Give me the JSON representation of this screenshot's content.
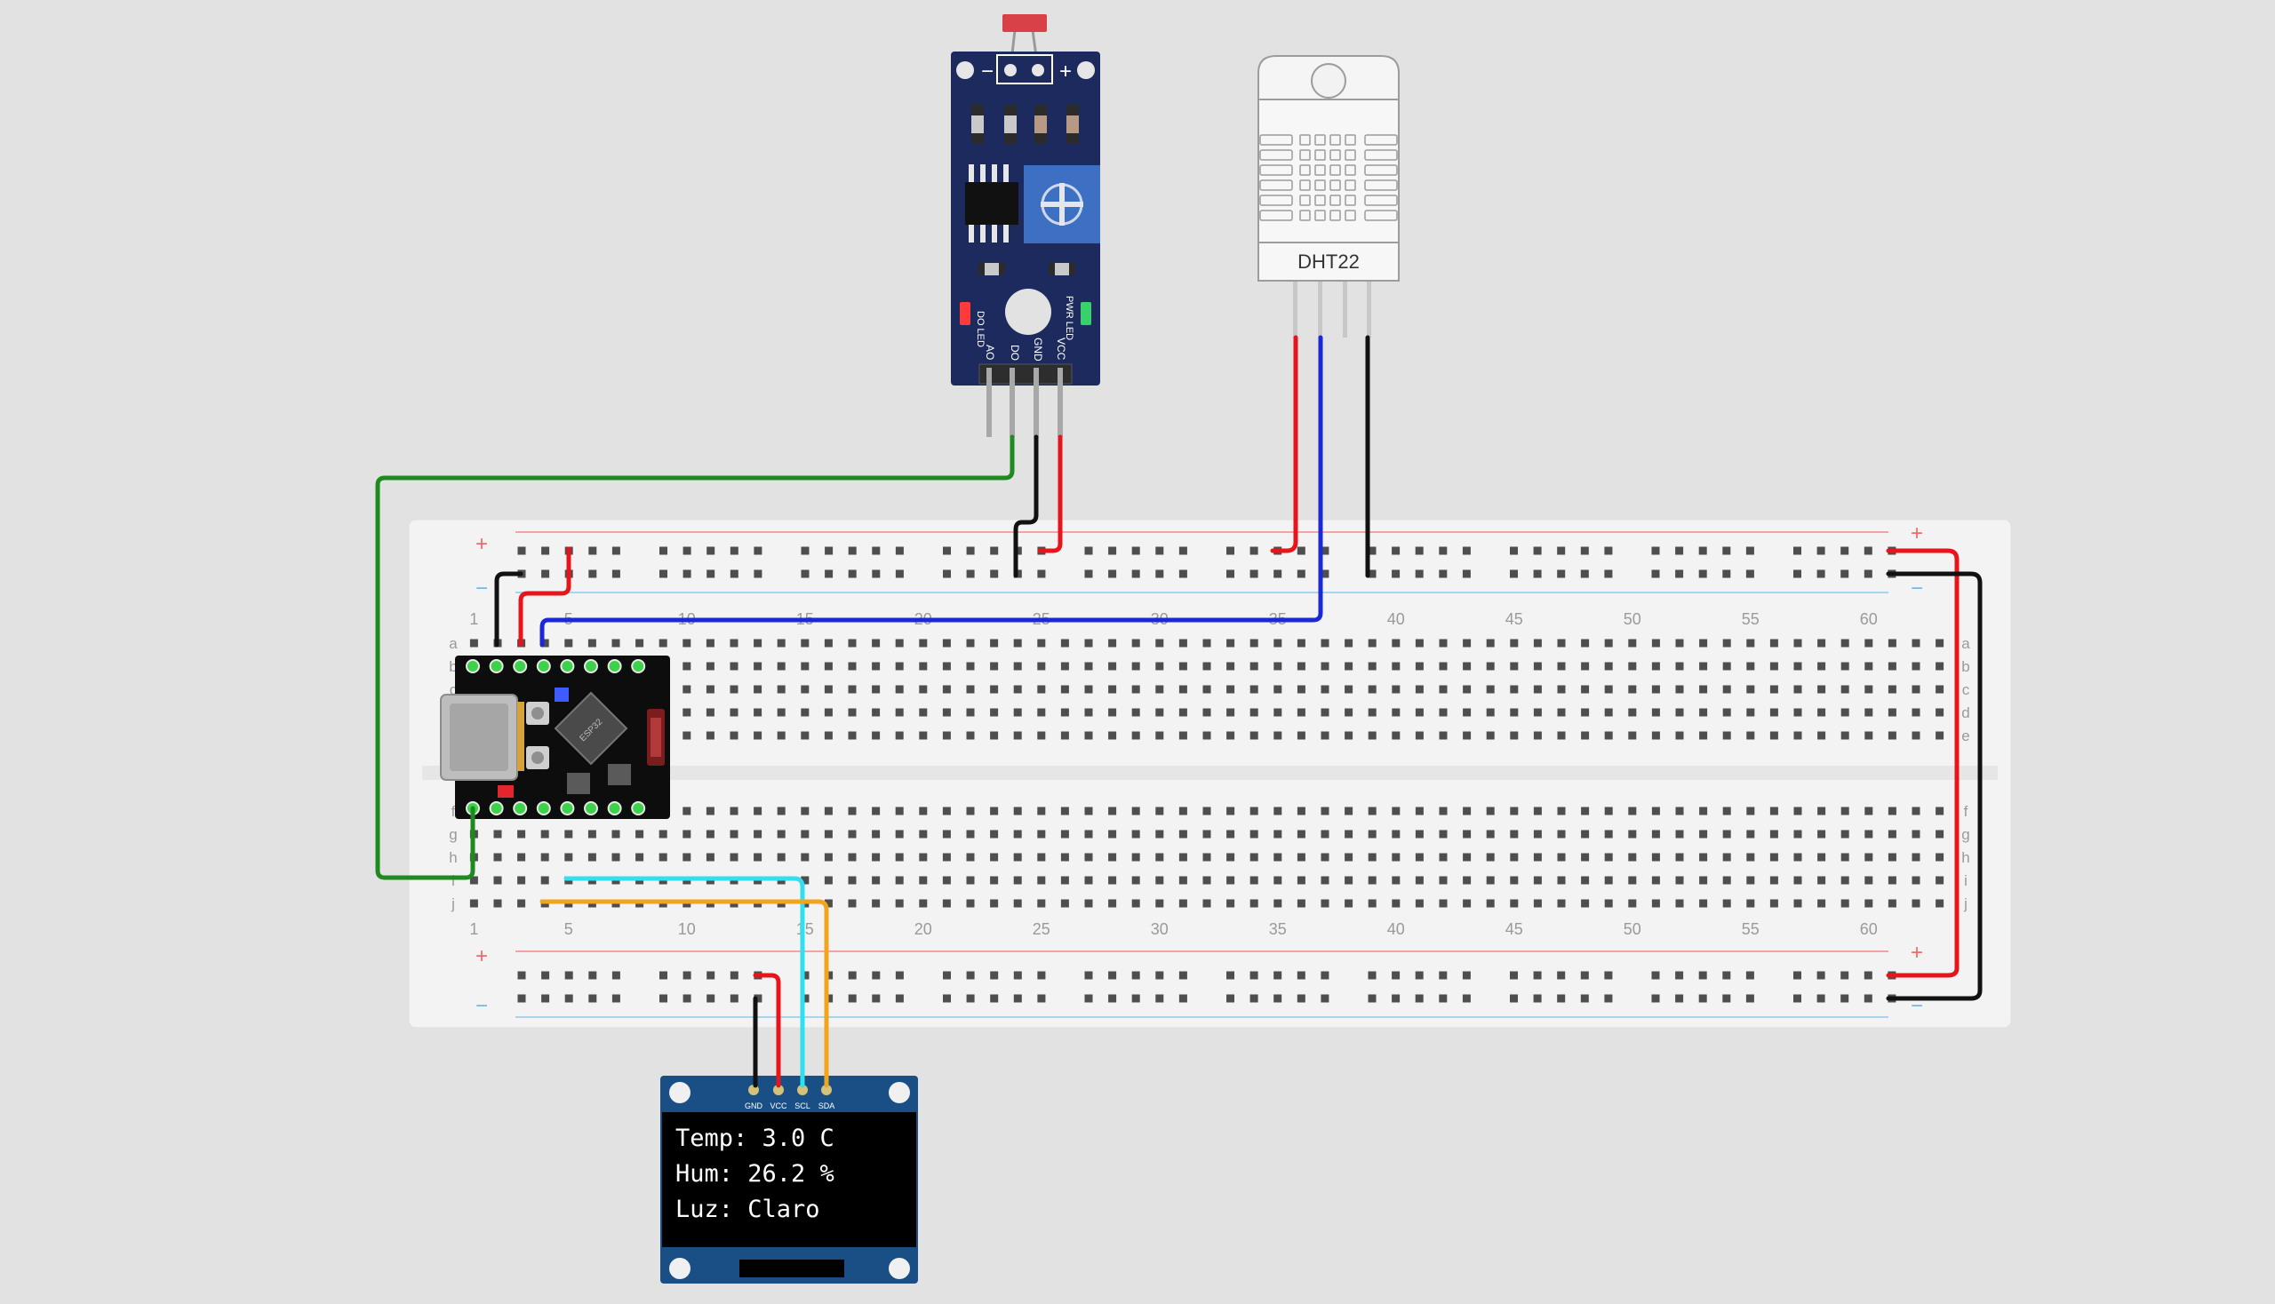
{
  "dht22": {
    "label": "DHT22"
  },
  "ldr_module": {
    "pin_labels": [
      "AO",
      "DO",
      "GND",
      "VCC"
    ],
    "led_left": "DO LED",
    "led_right": "PWR LED",
    "top_minus": "−",
    "top_plus": "+"
  },
  "breadboard": {
    "column_numbers": [
      "1",
      "5",
      "10",
      "15",
      "20",
      "25",
      "30",
      "35",
      "40",
      "45",
      "50",
      "55",
      "60"
    ],
    "row_letters_top": [
      "a",
      "b",
      "c",
      "d",
      "e"
    ],
    "row_letters_bottom": [
      "f",
      "g",
      "h",
      "i",
      "j"
    ],
    "plus": "+",
    "minus": "−"
  },
  "oled": {
    "pin_labels": [
      "GND",
      "VCC",
      "SCL",
      "SDA"
    ],
    "line1": "Temp: 3.0 C",
    "line2": "Hum: 26.2 %",
    "line3": "Luz: Claro"
  },
  "colors": {
    "background": "#e2e2e2",
    "wire_green": "#1f8a1f",
    "wire_red": "#e8141b",
    "wire_black": "#111111",
    "wire_blue": "#1a28d8",
    "wire_cyan": "#2fe0f0",
    "wire_orange": "#f2a41c",
    "pcb_blue": "#1c2a5e",
    "oled_pcb": "#1a4f86"
  }
}
